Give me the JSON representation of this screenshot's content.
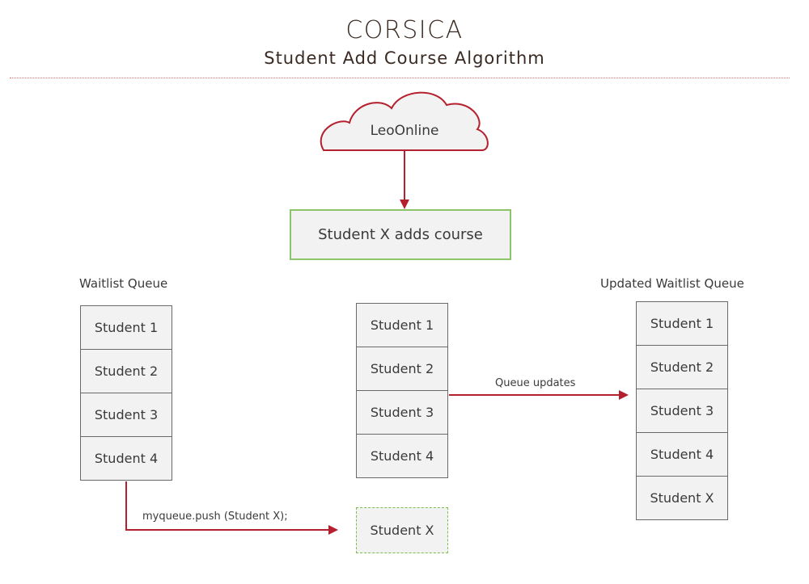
{
  "header": {
    "title": "CORSICA",
    "subtitle": "Student Add Course Algorithm"
  },
  "cloud": {
    "label": "LeoOnline"
  },
  "action": {
    "label": "Student X adds course"
  },
  "queues": {
    "waitlist": {
      "label": "Waitlist Queue",
      "items": [
        "Student 1",
        "Student 2",
        "Student 3",
        "Student 4"
      ]
    },
    "middle": {
      "items": [
        "Student 1",
        "Student 2",
        "Student 3",
        "Student 4"
      ]
    },
    "updated": {
      "label": "Updated Waitlist Queue",
      "items": [
        "Student 1",
        "Student 2",
        "Student 3",
        "Student 4",
        "Student X"
      ]
    }
  },
  "new_student": {
    "label": "Student X"
  },
  "edges": {
    "push_label": "myqueue.push (Student X);",
    "update_label": "Queue updates"
  },
  "colors": {
    "arrow": "#b5202e",
    "action_border": "#8cc46a",
    "new_border": "#7cbf4e",
    "cell_fill": "#f2f2f2"
  }
}
